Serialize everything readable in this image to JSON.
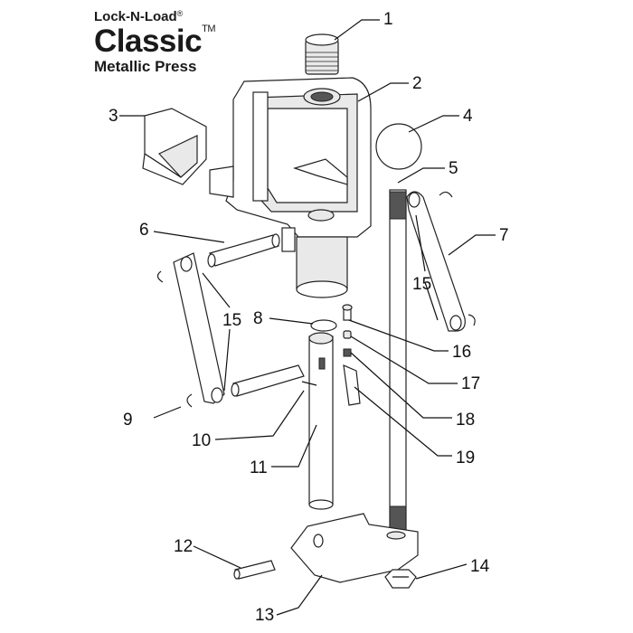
{
  "brand": {
    "line1": "Lock-N-Load",
    "line1_mark": "®",
    "line2": "Classic",
    "line2_mark": "TM",
    "line3": "Metallic Press"
  },
  "callouts": [
    "1",
    "2",
    "3",
    "4",
    "5",
    "6",
    "7",
    "8",
    "9",
    "10",
    "11",
    "12",
    "13",
    "14",
    "15",
    "15",
    "16",
    "17",
    "18",
    "19"
  ],
  "colors": {
    "line": "#222222",
    "fill": "#ffffff",
    "shade": "#e9e9e9"
  }
}
